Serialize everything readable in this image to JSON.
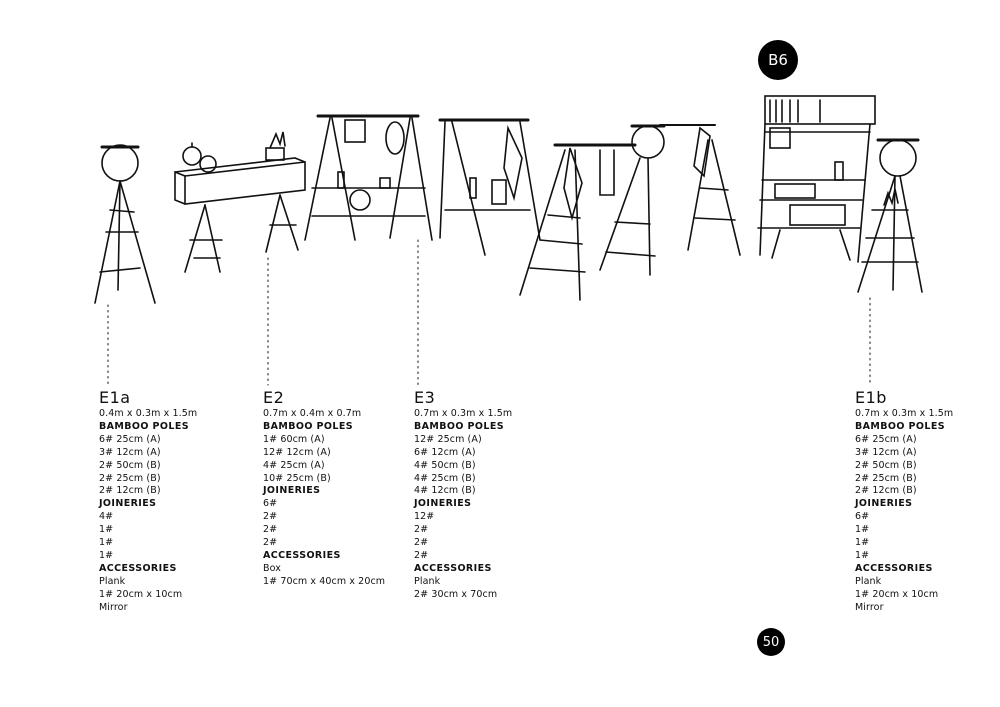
{
  "page": {
    "section_badge": "B6",
    "page_number": "50"
  },
  "specs": [
    {
      "code": "E1a",
      "dimensions": "0.4m x 0.3m x 1.5m",
      "bamboo_heading": "BAMBOO POLES",
      "bamboo": [
        "6# 25cm (A)",
        "3# 12cm (A)",
        "2# 50cm (B)",
        "2# 25cm (B)",
        "2# 12cm (B)"
      ],
      "joineries_heading": "JOINERIES",
      "joineries": [
        "4#",
        "1#",
        "1#",
        "1#"
      ],
      "accessories_heading": "ACCESSORIES",
      "accessories": [
        "Plank",
        "1# 20cm x 10cm",
        "Mirror"
      ]
    },
    {
      "code": "E2",
      "dimensions": "0.7m x 0.4m x 0.7m",
      "bamboo_heading": "BAMBOO POLES",
      "bamboo": [
        "1# 60cm (A)",
        "12# 12cm (A)",
        "4# 25cm (A)",
        "10# 25cm (B)"
      ],
      "joineries_heading": "JOINERIES",
      "joineries": [
        "6#",
        "2#",
        "2#",
        "2#"
      ],
      "accessories_heading": "ACCESSORIES",
      "accessories": [
        "Box",
        "1# 70cm x 40cm x 20cm"
      ]
    },
    {
      "code": "E3",
      "dimensions": "0.7m x 0.3m x 1.5m",
      "bamboo_heading": "BAMBOO POLES",
      "bamboo": [
        "12# 25cm (A)",
        "6# 12cm (A)",
        "4# 50cm (B)",
        "4# 25cm (B)",
        "4# 12cm (B)"
      ],
      "joineries_heading": "JOINERIES",
      "joineries": [
        "12#",
        "2#",
        "2#",
        "2#"
      ],
      "accessories_heading": "ACCESSORIES",
      "accessories": [
        "Plank",
        "2# 30cm x 70cm"
      ]
    },
    {
      "code": "E1b",
      "dimensions": "0.7m x 0.3m x 1.5m",
      "bamboo_heading": "BAMBOO POLES",
      "bamboo": [
        "6# 25cm (A)",
        "3# 12cm (A)",
        "2# 50cm (B)",
        "2# 25cm (B)",
        "2# 12cm (B)"
      ],
      "joineries_heading": "JOINERIES",
      "joineries": [
        "6#",
        "1#",
        "1#",
        "1#"
      ],
      "accessories_heading": "ACCESSORIES",
      "accessories": [
        "Plank",
        "1# 20cm x 10cm",
        "Mirror"
      ]
    }
  ]
}
